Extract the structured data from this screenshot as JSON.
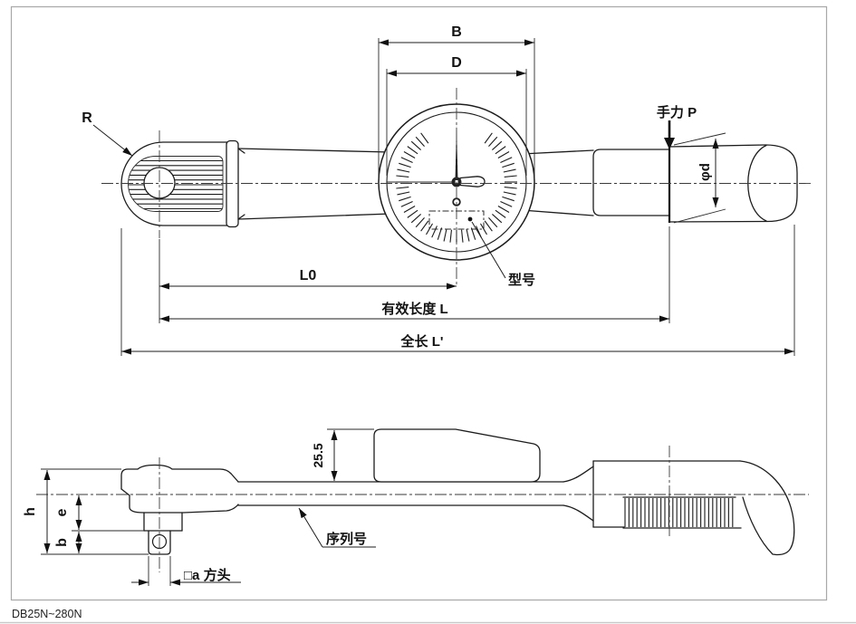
{
  "drawing": {
    "caption": "DB25N~280N",
    "top_view": {
      "radius_label": "R",
      "bezel_width_label": "B",
      "dial_width_label": "D",
      "hand_force_label": "手力 P",
      "grip_dia_label": "φd",
      "l0_label": "L0",
      "effective_length_label": "有效长度 L",
      "overall_length_label": "全长 L'",
      "model_label": "型号"
    },
    "bottom_view": {
      "height_label": "h",
      "e_label": "e",
      "b_label": "b",
      "dial_offset_label": "25.5",
      "square_drive_label": "□a 方头",
      "serial_label": "序列号"
    }
  }
}
